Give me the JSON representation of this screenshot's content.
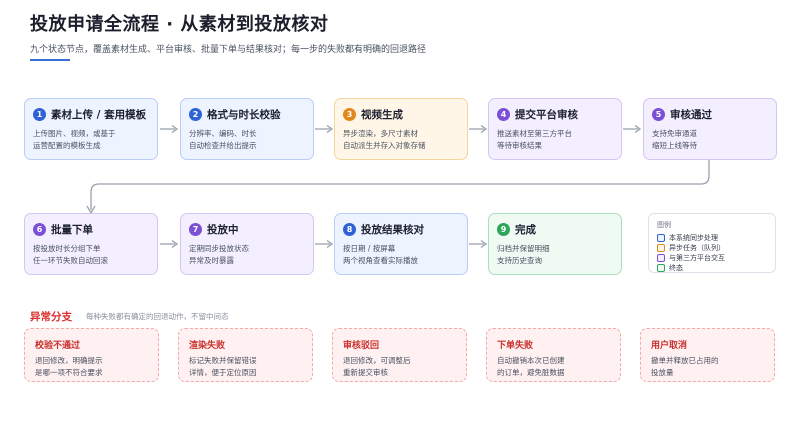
{
  "header": {
    "title": "投放申请全流程  ·  从素材到投放核对",
    "subtitle": "九个状态节点，覆盖素材生成、平台审核、批量下单与结果核对；每一步的失败都有明确的回退路径"
  },
  "colors": {
    "sync": "#2f62d6",
    "async": "#e2871b",
    "third_party": "#7b4fd6",
    "terminal": "#2ea65a",
    "exception": "#d9302c"
  },
  "steps": [
    {
      "num": "1",
      "title": "素材上传 / 套用模板",
      "desc1": "上传图片、视频，或基于",
      "desc2": "运营配置的模板生成"
    },
    {
      "num": "2",
      "title": "格式与时长校验",
      "desc1": "分辨率、编码、时长",
      "desc2": "自动检查并给出提示"
    },
    {
      "num": "3",
      "title": "视频生成",
      "desc1": "异步渲染，多尺寸素材",
      "desc2": "自动派生并存入对象存储"
    },
    {
      "num": "4",
      "title": "提交平台审核",
      "desc1": "推送素材至第三方平台",
      "desc2": "等待审核结果"
    },
    {
      "num": "5",
      "title": "审核通过",
      "desc1": "支持免审通道",
      "desc2": "缩短上线等待"
    },
    {
      "num": "6",
      "title": "批量下单",
      "desc1": "按投放时长分组下单",
      "desc2": "任一环节失败自动回滚"
    },
    {
      "num": "7",
      "title": "投放中",
      "desc1": "定期同步投放状态",
      "desc2": "异常及时暴露"
    },
    {
      "num": "8",
      "title": "投放结果核对",
      "desc1": "按日期 / 按屏幕",
      "desc2": "两个视角查看实际播放"
    },
    {
      "num": "9",
      "title": "完成",
      "desc1": "归档并保留明细",
      "desc2": "支持历史查询"
    }
  ],
  "legend": {
    "title": "图例",
    "items": [
      {
        "label": "本系统同步处理",
        "color": "#2f62d6"
      },
      {
        "label": "异步任务（队列）",
        "color": "#e2871b"
      },
      {
        "label": "与第三方平台交互",
        "color": "#7b4fd6"
      },
      {
        "label": "终态",
        "color": "#2ea65a"
      }
    ]
  },
  "exceptions": {
    "title": "异常分支",
    "note": "每种失败都有确定的回退动作，不留中间态",
    "items": [
      {
        "title": "校验不通过",
        "desc1": "退回修改，明确提示",
        "desc2": "是哪一项不符合要求"
      },
      {
        "title": "渲染失败",
        "desc1": "标记失败并保留错误",
        "desc2": "详情，便于定位原因"
      },
      {
        "title": "审核驳回",
        "desc1": "退回修改，可调整后",
        "desc2": "重新提交审核"
      },
      {
        "title": "下单失败",
        "desc1": "自动撤销本次已创建",
        "desc2": "的订单，避免脏数据"
      },
      {
        "title": "用户取消",
        "desc1": "撤单并释放已占用的",
        "desc2": "投放量"
      }
    ]
  }
}
